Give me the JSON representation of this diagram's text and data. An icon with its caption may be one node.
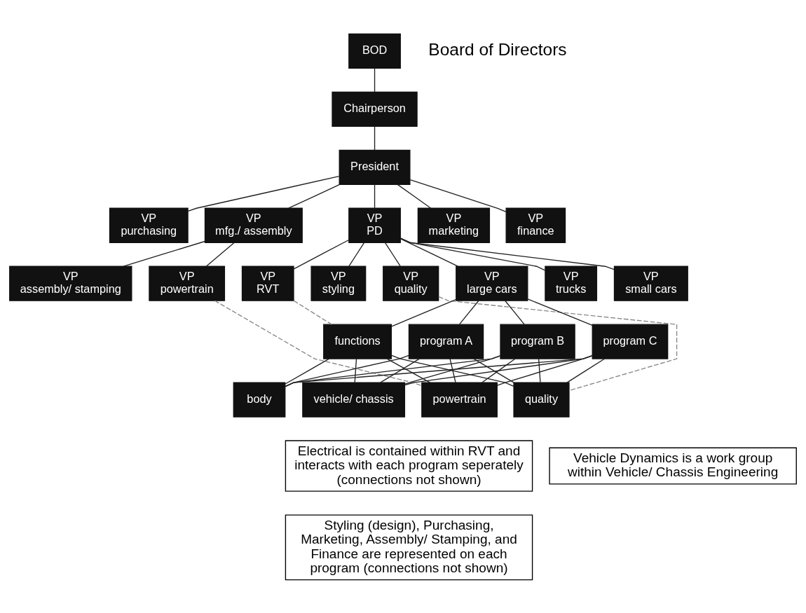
{
  "diagram": {
    "nodes": [
      {
        "text": [
          "BOD"
        ],
        "beside": [
          "Board of Directors"
        ]
      },
      {
        "text": [
          "Chairperson"
        ]
      },
      {
        "text": [
          "President"
        ]
      },
      {
        "text": [
          "VP",
          "purchasing"
        ]
      },
      {
        "text": [
          "VP",
          "mfg./ assembly"
        ]
      },
      {
        "text": [
          "VP",
          "PD"
        ]
      },
      {
        "text": [
          "VP",
          "marketing"
        ]
      },
      {
        "text": [
          "VP",
          "finance"
        ]
      },
      {
        "text": [
          "VP",
          "assembly/ stamping"
        ]
      },
      {
        "text": [
          "VP",
          "powertrain"
        ]
      },
      {
        "text": [
          "VP",
          "RVT"
        ]
      },
      {
        "text": [
          "VP",
          "styling"
        ]
      },
      {
        "text": [
          "VP",
          "quality"
        ]
      },
      {
        "text": [
          "VP",
          "large cars"
        ]
      },
      {
        "text": [
          "VP",
          "trucks"
        ]
      },
      {
        "text": [
          "VP",
          "small cars"
        ]
      },
      {
        "text": [
          "functions"
        ]
      },
      {
        "text": [
          "program A"
        ]
      },
      {
        "text": [
          "program B"
        ]
      },
      {
        "text": [
          "program C"
        ]
      },
      {
        "text": [
          "body"
        ]
      },
      {
        "text": [
          "vehicle/ chassis"
        ]
      },
      {
        "text": [
          "powertrain"
        ]
      },
      {
        "text": [
          "quality"
        ]
      },
      {
        "text": [
          "Electrical is contained within RVT and interacts with each program seperately (connections not shown)"
        ]
      },
      {
        "text": [
          "Vehicle Dynamics is a work group within Vehicle/ Chassis Engineering"
        ]
      },
      {
        "text": [
          "Styling (design), Purchasing, Marketing, Assembly/ Stamping, and Finance are represented on each program (connections not shown)"
        ]
      }
    ],
    "edges": [
      {
        "from": 0,
        "to": 1,
        "arrow": "none"
      },
      {
        "from": 1,
        "to": 2,
        "arrow": "none"
      },
      {
        "from": 2,
        "to": 3,
        "arrow": "none"
      },
      {
        "from": 2,
        "to": 4,
        "arrow": "none"
      },
      {
        "from": 2,
        "to": 5,
        "arrow": "none"
      },
      {
        "from": 2,
        "to": 6,
        "arrow": "none"
      },
      {
        "from": 2,
        "to": 7,
        "arrow": "none"
      },
      {
        "from": 4,
        "to": 8,
        "arrow": "none"
      },
      {
        "from": 4,
        "to": 9,
        "arrow": "none"
      },
      {
        "from": 5,
        "to": 10,
        "arrow": "none"
      },
      {
        "from": 5,
        "to": 11,
        "arrow": "none"
      },
      {
        "from": 5,
        "to": 12,
        "arrow": "none"
      },
      {
        "from": 5,
        "to": 13,
        "arrow": "none"
      },
      {
        "from": 5,
        "to": 14,
        "arrow": "none"
      },
      {
        "from": 5,
        "to": 15,
        "arrow": "none"
      },
      {
        "from": 13,
        "to": 16,
        "arrow": "none"
      },
      {
        "from": 13,
        "to": 17,
        "arrow": "none"
      },
      {
        "from": 13,
        "to": 18,
        "arrow": "none"
      },
      {
        "from": 13,
        "to": 19,
        "arrow": "none"
      },
      {
        "from": 16,
        "to": 20,
        "arrow": "none"
      },
      {
        "from": 16,
        "to": 21,
        "arrow": "none"
      },
      {
        "from": 16,
        "to": 22,
        "arrow": "none"
      },
      {
        "from": 16,
        "to": 23,
        "arrow": "none"
      },
      {
        "from": 20,
        "to": 17,
        "arrow": "none"
      },
      {
        "from": 20,
        "to": 18,
        "arrow": "none"
      },
      {
        "from": 20,
        "to": 19,
        "arrow": "none"
      },
      {
        "from": 21,
        "to": 17,
        "arrow": "none"
      },
      {
        "from": 21,
        "to": 18,
        "arrow": "none"
      },
      {
        "from": 21,
        "to": 19,
        "arrow": "none"
      },
      {
        "from": 22,
        "to": 17,
        "arrow": "none"
      },
      {
        "from": 22,
        "to": 18,
        "arrow": "none"
      },
      {
        "from": 22,
        "to": 19,
        "arrow": "none"
      },
      {
        "from": 23,
        "to": 17,
        "arrow": "none"
      },
      {
        "from": 23,
        "to": 18,
        "arrow": "none"
      },
      {
        "from": 23,
        "to": 19,
        "arrow": "none"
      },
      {
        "from": 9,
        "to": 22,
        "arrow": "none",
        "style": "dashed",
        "color": "#888888"
      },
      {
        "from": 10,
        "to": 16,
        "arrow": "none",
        "style": "dashed",
        "color": "#888888"
      },
      {
        "from": 12,
        "to": 23,
        "arrow": "none",
        "style": "dashed",
        "color": "#888888"
      }
    ]
  }
}
